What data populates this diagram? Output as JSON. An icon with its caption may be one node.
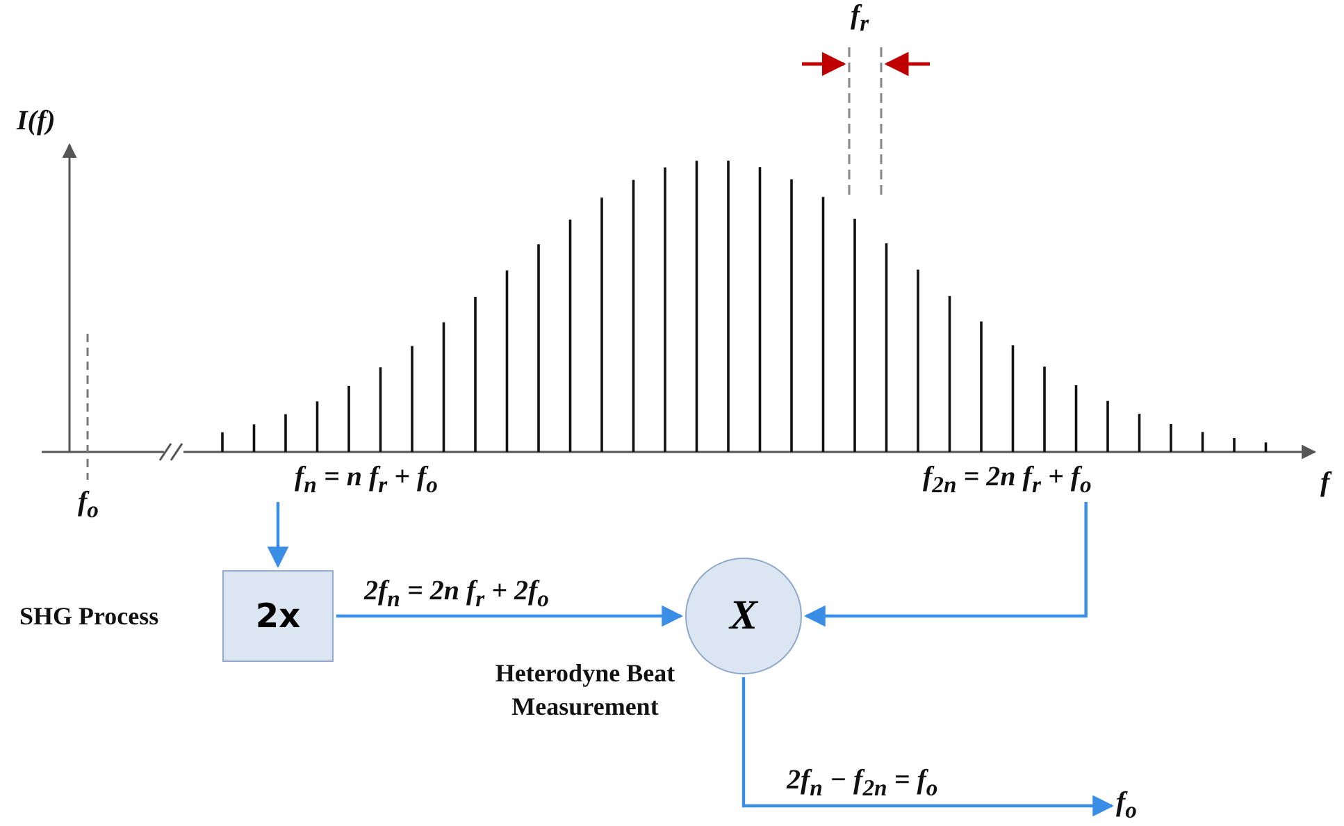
{
  "diagram": {
    "nodes": [
      {
        "text": [
          "f$_{n}$ = n f$_{r}$ + f$_{o}$"
        ]
      },
      {
        "text": [
          "f$_{2n}$ = 2n f$_{r}$ + f$_{o}$"
        ]
      },
      {
        "text": [
          "2x"
        ],
        "beside": [
          "SHG Process"
        ]
      },
      {
        "text": [
          "X"
        ],
        "beside": [
          "Heterodyne Beat Measurement"
        ]
      },
      {
        "text": [
          "f$_{o}$"
        ]
      }
    ],
    "edges": [
      {
        "from": 0,
        "to": 2,
        "arrow": "to"
      },
      {
        "from": 2,
        "to": 3,
        "arrow": "to",
        "label": "2f$_{n}$ = 2n f$_{r}$ + 2f$_{o}$"
      },
      {
        "from": 1,
        "to": 3,
        "arrow": "to"
      },
      {
        "from": 3,
        "to": 4,
        "arrow": "to",
        "label": "2f$_{n}$ − f$_{2n}$ = f$_{o}$"
      }
    ],
    "labels": [
      "f$_{r}$",
      "I(f)",
      "f$_{o}$",
      "f"
    ]
  }
}
